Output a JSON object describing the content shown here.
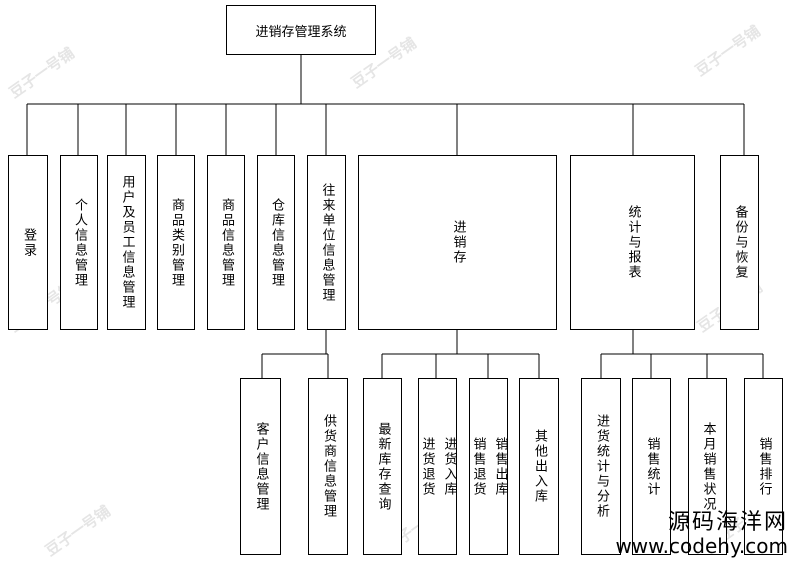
{
  "root": {
    "label": "进销存管理系统"
  },
  "modules": [
    {
      "label": "登录"
    },
    {
      "label": "个人信息管理"
    },
    {
      "label": "用户及员工信息管理"
    },
    {
      "label": "商品类别管理"
    },
    {
      "label": "商品信息管理"
    },
    {
      "label": "仓库信息管理"
    },
    {
      "label": "往来单位信息管理"
    },
    {
      "label": "进销存"
    },
    {
      "label": "统计与报表"
    },
    {
      "label": "备份与恢复"
    }
  ],
  "subs_contacts": [
    {
      "label": "客户信息管理"
    },
    {
      "label": "供货商信息管理"
    }
  ],
  "subs_inventory": [
    {
      "label": "最新库存查询"
    },
    {
      "col1": "进货入库",
      "col2": "进货退货"
    },
    {
      "col1": "销售出库",
      "col2": "销售退货"
    },
    {
      "label": "其他出入库"
    }
  ],
  "subs_stats": [
    {
      "label": "进货统计与分析"
    },
    {
      "label": "销售统计"
    },
    {
      "label": "本月销售状况"
    },
    {
      "label": "销售排行"
    }
  ],
  "watermark": "豆子一号铺",
  "site": {
    "cn": "源码海洋网",
    "en": "www.codehy.com"
  }
}
